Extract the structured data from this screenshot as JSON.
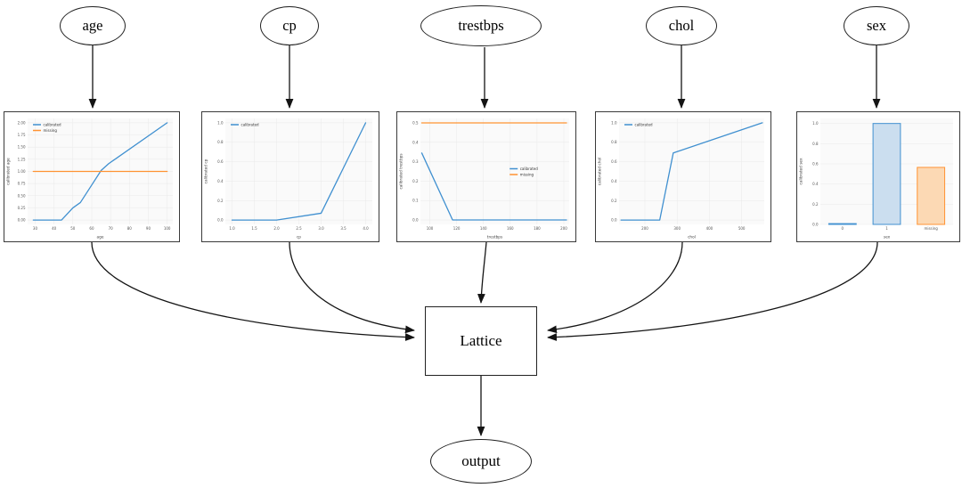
{
  "diagram": {
    "input_nodes": [
      {
        "id": "age",
        "label": "age"
      },
      {
        "id": "cp",
        "label": "cp"
      },
      {
        "id": "trestbps",
        "label": "trestbps"
      },
      {
        "id": "chol",
        "label": "chol"
      },
      {
        "id": "sex",
        "label": "sex"
      }
    ],
    "lattice_label": "Lattice",
    "output_label": "output"
  },
  "colors": {
    "calibrated": "#4090d0",
    "missing": "#ff9333",
    "calibrated_fill": "#cbdeef",
    "missing_fill": "#fcd9b4",
    "edge": "#141414",
    "grid": "#e9e9e9",
    "plot_bg": "#fafafa",
    "tick_text": "#555555",
    "label_text": "#444444"
  },
  "chart_data": [
    {
      "type": "line",
      "xlabel": "age",
      "ylabel": "calibrated age",
      "xlim": [
        26,
        103
      ],
      "ylim": [
        -0.09,
        2.09
      ],
      "xticks": [
        30,
        40,
        50,
        60,
        70,
        80,
        90,
        100
      ],
      "yticks": [
        0.0,
        0.25,
        0.5,
        0.75,
        1.0,
        1.25,
        1.5,
        1.75,
        2.0
      ],
      "xtick_format": 0,
      "ytick_format": 2,
      "grid": true,
      "legend": {
        "position": "upper-left",
        "entries": [
          "calibrated",
          "missing"
        ]
      },
      "series": [
        {
          "name": "calibrated",
          "color_key": "calibrated",
          "points": [
            [
              29,
              0
            ],
            [
              44,
              0
            ],
            [
              50,
              0.25
            ],
            [
              54,
              0.36
            ],
            [
              60,
              0.72
            ],
            [
              65,
              1.02
            ],
            [
              69,
              1.16
            ],
            [
              100,
              2.0
            ]
          ]
        },
        {
          "name": "missing",
          "color_key": "missing",
          "points": [
            [
              29,
              1.0
            ],
            [
              100,
              1.0
            ]
          ]
        }
      ]
    },
    {
      "type": "line",
      "xlabel": "cp",
      "ylabel": "calibrated cp",
      "xlim": [
        0.85,
        4.15
      ],
      "ylim": [
        -0.045,
        1.045
      ],
      "xticks": [
        1.0,
        1.5,
        2.0,
        2.5,
        3.0,
        3.5,
        4.0
      ],
      "yticks": [
        0.0,
        0.2,
        0.4,
        0.6,
        0.8,
        1.0
      ],
      "xtick_format": 1,
      "ytick_format": 1,
      "grid": true,
      "legend": {
        "position": "upper-left",
        "entries": [
          "calibrated"
        ]
      },
      "series": [
        {
          "name": "calibrated",
          "color_key": "calibrated",
          "points": [
            [
              1,
              0
            ],
            [
              2,
              0
            ],
            [
              3,
              0.07
            ],
            [
              4,
              1.0
            ]
          ]
        }
      ]
    },
    {
      "type": "line",
      "xlabel": "trestbps",
      "ylabel": "calibrated trestbps",
      "xlim": [
        93,
        204
      ],
      "ylim": [
        -0.023,
        0.523
      ],
      "xticks": [
        100,
        120,
        140,
        160,
        180,
        200
      ],
      "yticks": [
        0.0,
        0.1,
        0.2,
        0.3,
        0.4,
        0.5
      ],
      "xtick_format": 0,
      "ytick_format": 1,
      "grid": true,
      "legend": {
        "position": "center-right",
        "entries": [
          "calibrated",
          "missing"
        ]
      },
      "series": [
        {
          "name": "calibrated",
          "color_key": "calibrated",
          "points": [
            [
              94,
              0.345
            ],
            [
              117,
              0
            ],
            [
              202,
              0
            ]
          ]
        },
        {
          "name": "missing",
          "color_key": "missing",
          "points": [
            [
              94,
              0.5
            ],
            [
              202,
              0.5
            ]
          ]
        }
      ]
    },
    {
      "type": "line",
      "xlabel": "chol",
      "ylabel": "calibrated chol",
      "xlim": [
        120,
        570
      ],
      "ylim": [
        -0.045,
        1.045
      ],
      "xticks": [
        200,
        300,
        400,
        500
      ],
      "yticks": [
        0.0,
        0.2,
        0.4,
        0.6,
        0.8,
        1.0
      ],
      "xtick_format": 0,
      "ytick_format": 1,
      "grid": true,
      "legend": {
        "position": "upper-left",
        "entries": [
          "calibrated"
        ]
      },
      "series": [
        {
          "name": "calibrated",
          "color_key": "calibrated",
          "points": [
            [
              126,
              0
            ],
            [
              246,
              0
            ],
            [
              288,
              0.69
            ],
            [
              564,
              1.0
            ]
          ]
        }
      ]
    },
    {
      "type": "bar",
      "xlabel": "sex",
      "ylabel": "calibrated sex",
      "ylim": [
        0,
        1.05
      ],
      "yticks": [
        0.0,
        0.2,
        0.4,
        0.6,
        0.8,
        1.0
      ],
      "ytick_format": 1,
      "grid": true,
      "categories": [
        "0",
        "1",
        "missing"
      ],
      "bars": [
        {
          "label": "0",
          "value": 0.008,
          "color_key": "calibrated"
        },
        {
          "label": "1",
          "value": 1.0,
          "color_key": "calibrated"
        },
        {
          "label": "missing",
          "value": 0.565,
          "color_key": "missing"
        }
      ]
    }
  ]
}
